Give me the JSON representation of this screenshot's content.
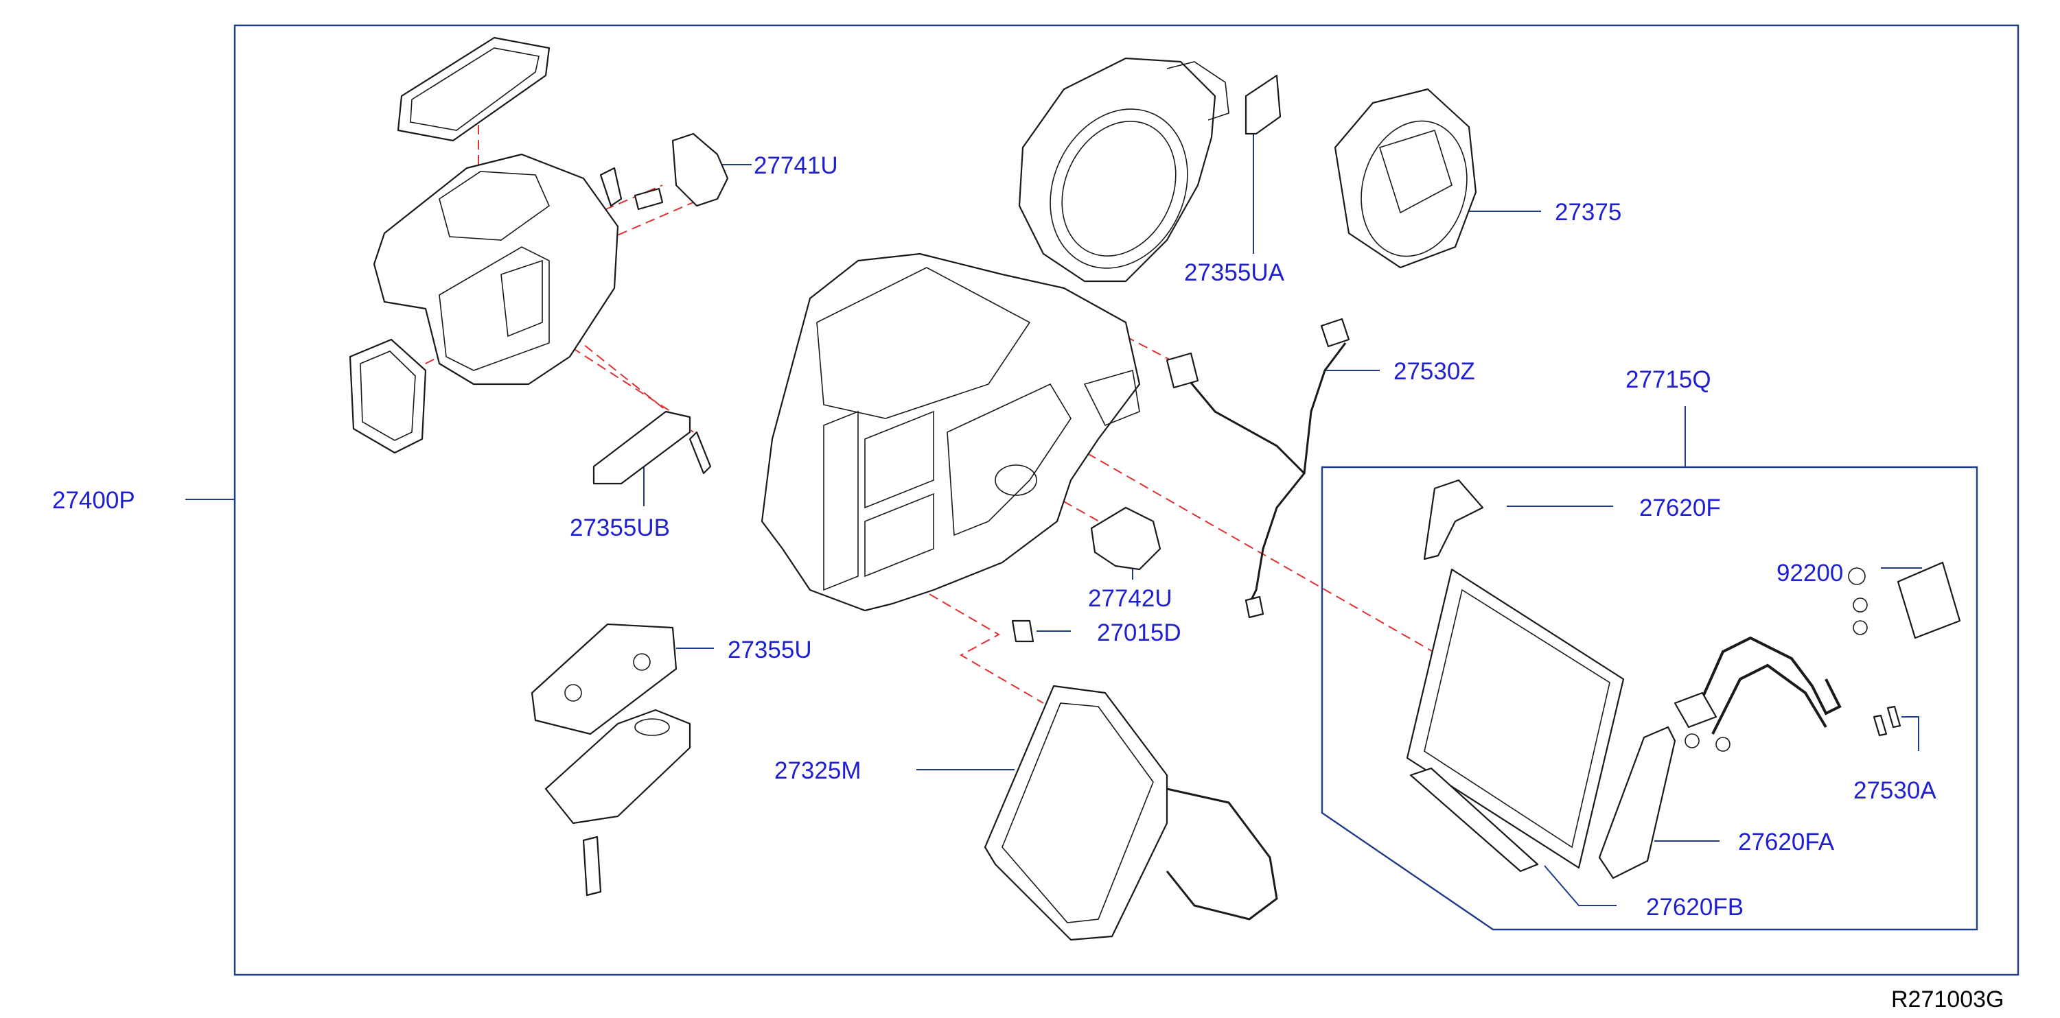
{
  "diagram": {
    "reference_code": "R271003G",
    "labels": {
      "p27400P": "27400P",
      "p27741U": "27741U",
      "p27355UA": "27355UA",
      "p27375": "27375",
      "p27530Z": "27530Z",
      "p27715Q": "27715Q",
      "p27355UB": "27355UB",
      "p27620F": "27620F",
      "p92200": "92200",
      "p27742U": "27742U",
      "p27015D": "27015D",
      "p27355U": "27355U",
      "p27530A": "27530A",
      "p27325M": "27325M",
      "p27620FA": "27620FA",
      "p27620FB": "27620FB"
    }
  },
  "colors": {
    "label_text": "#1f1fd2",
    "leader_line": "#1f3c88",
    "guide_dash": "#e03030",
    "part_outline": "#1a1a1a"
  }
}
